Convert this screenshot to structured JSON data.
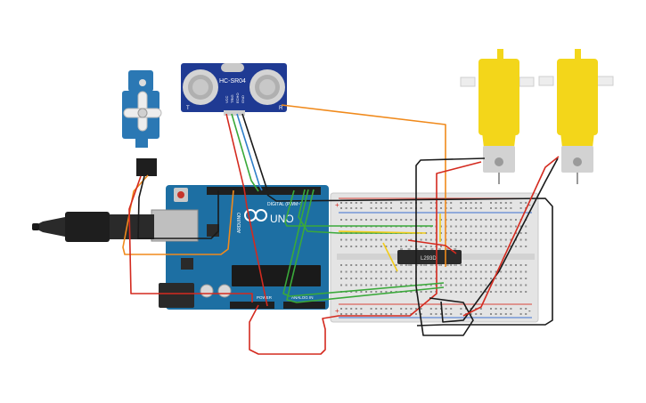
{
  "sensor": {
    "label": "HC-SR04",
    "pin_labels": [
      "VCC",
      "TRIG",
      "ECHO",
      "GND"
    ],
    "corner_left": "T",
    "corner_right": "R"
  },
  "arduino": {
    "brand": "ARDUINO",
    "model": "UNO",
    "digital_label": "DIGITAL (PWM~)",
    "power_label": "POWER",
    "analog_label": "ANALOG IN"
  },
  "breadboard": {
    "plus": "+",
    "minus": "-"
  },
  "driver": {
    "label": "L293D"
  },
  "colors": {
    "wire_red": "#d42a1f",
    "wire_black": "#1a1a1a",
    "wire_orange": "#f08a1c",
    "wire_green": "#3aa93a",
    "wire_blue": "#2f7fc9",
    "wire_yellow": "#f2cc1a",
    "board_blue": "#1d6fa3",
    "sensor_blue": "#1f3a93",
    "motor_yellow": "#f3d61a"
  }
}
